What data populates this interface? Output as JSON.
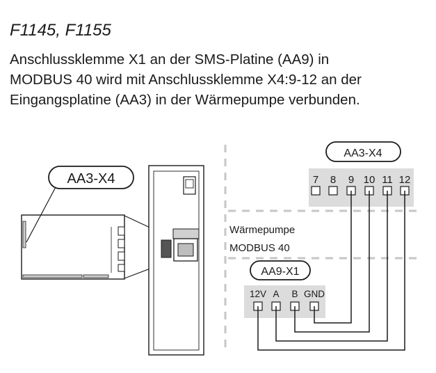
{
  "document": {
    "heading": "F1145, F1155",
    "paragraph_lines": [
      "Anschlussklemme X1 an der SMS-Platine (AA9) in",
      "MODBUS 40 wird mit Anschlussklemme X4:9-12 an der",
      "Eingangsplatine (AA3) in der Wärmepumpe verbunden."
    ]
  },
  "diagram": {
    "left_callout": "AA3-X4",
    "right_callout": "AA3-X4",
    "terminal_numbers": [
      "7",
      "8",
      "9",
      "10",
      "11",
      "12"
    ],
    "label_heat_pump": "Wärmepumpe",
    "label_modbus": "MODBUS 40",
    "modbus_callout": "AA9-X1",
    "modbus_terminals": [
      "12V",
      "A",
      "B",
      "GND"
    ]
  }
}
